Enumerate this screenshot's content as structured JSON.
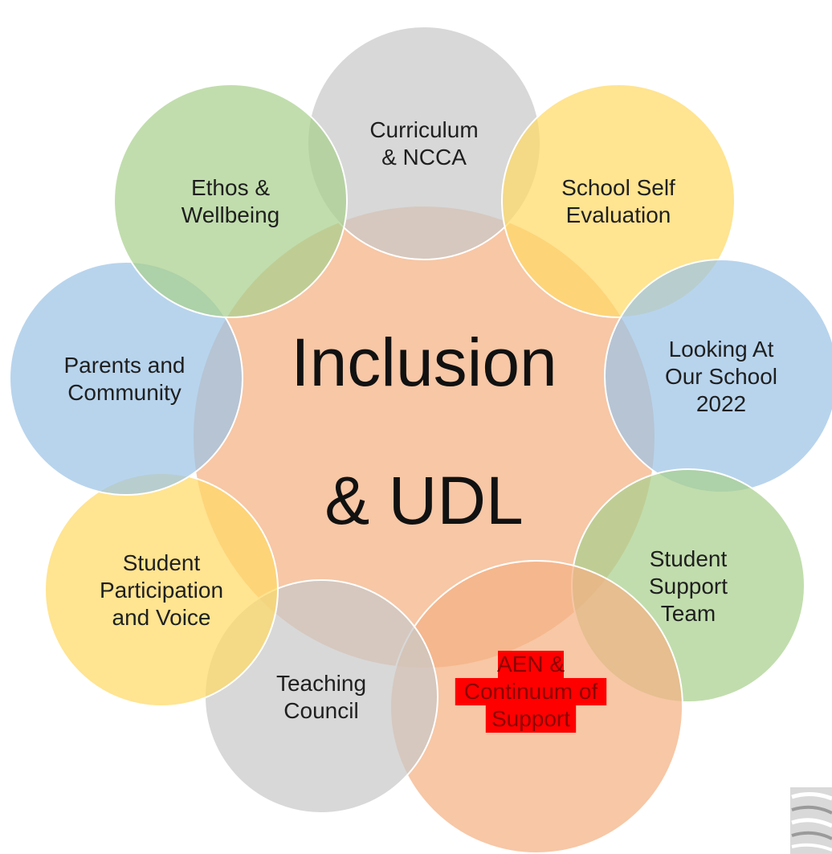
{
  "center": {
    "line1": "Inclusion",
    "line2": "& UDL",
    "color": "#f4b183"
  },
  "nodes": [
    {
      "id": "curriculum",
      "lines": [
        "Curriculum",
        "& NCCA"
      ],
      "color": "#c9c9c9"
    },
    {
      "id": "school-self-evaluation",
      "lines": [
        "School Self",
        "Evaluation"
      ],
      "color": "#ffd966"
    },
    {
      "id": "looking-at-our-school",
      "lines": [
        "Looking At",
        "Our School",
        "2022"
      ],
      "color": "#9dc3e6"
    },
    {
      "id": "student-support-team",
      "lines": [
        "Student",
        "Support",
        "Team"
      ],
      "color": "#a9d08e"
    },
    {
      "id": "aen-continuum",
      "lines": [
        "AEN &",
        "Continuum of",
        "Support"
      ],
      "color": "#f4b183",
      "highlight": "#ff0000"
    },
    {
      "id": "teaching-council",
      "lines": [
        "Teaching",
        "Council"
      ],
      "color": "#c9c9c9"
    },
    {
      "id": "student-participation",
      "lines": [
        "Student",
        "Participation",
        "and Voice"
      ],
      "color": "#ffd966"
    },
    {
      "id": "parents-community",
      "lines": [
        "Parents and",
        "Community"
      ],
      "color": "#9dc3e6"
    },
    {
      "id": "ethos-wellbeing",
      "lines": [
        "Ethos &",
        "Wellbeing"
      ],
      "color": "#a9d08e"
    }
  ]
}
